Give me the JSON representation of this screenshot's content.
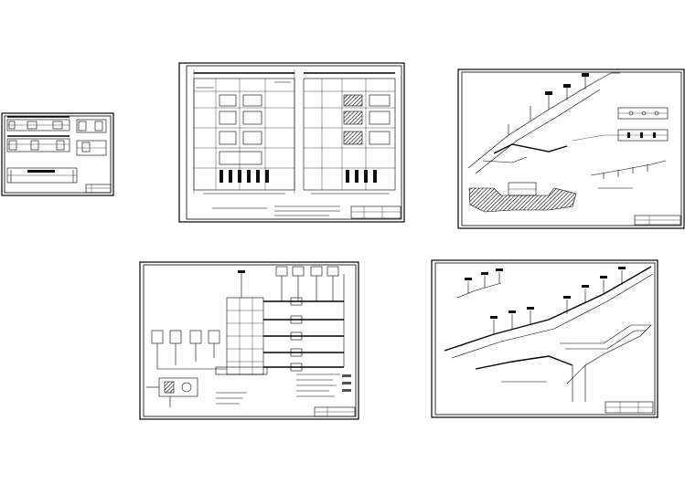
{
  "canvas": {
    "background": "#ffffff",
    "ink": "#000000"
  },
  "sheets": [
    {
      "id": "sheet-1",
      "kind": "elevation-sections"
    },
    {
      "id": "sheet-2",
      "kind": "floor-plans"
    },
    {
      "id": "sheet-3",
      "kind": "isometric-piping"
    },
    {
      "id": "sheet-4",
      "kind": "riser-diagram"
    },
    {
      "id": "sheet-5",
      "kind": "isometric-piping"
    }
  ]
}
